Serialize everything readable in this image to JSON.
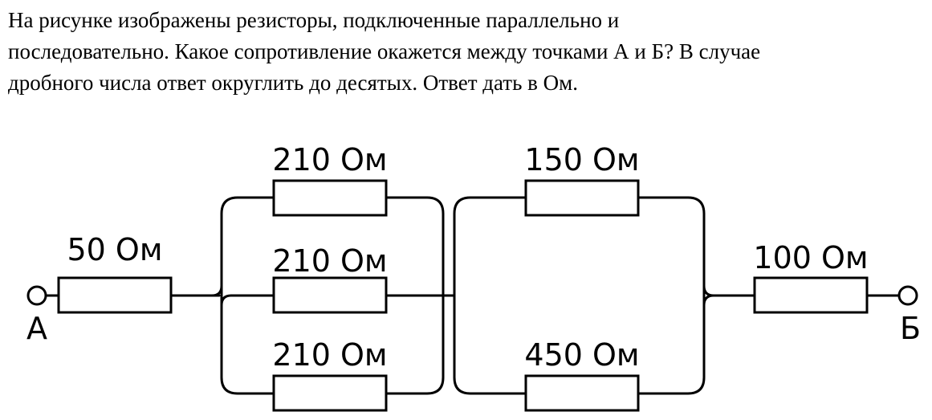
{
  "question": {
    "line1": "На рисунке изображены резисторы, подключенные параллельно и",
    "line2": "последовательно. Какое сопротивление окажется между точками А и Б? В случае",
    "line3": "дробного числа ответ округлить до десятых. Ответ дать в Ом."
  },
  "circuit": {
    "terminal_a": "А",
    "terminal_b": "Б",
    "resistors": {
      "series_left": "50 Ом",
      "parallel1_top": "210 Ом",
      "parallel1_middle": "210 Ом",
      "parallel1_bottom": "210 Ом",
      "parallel2_top": "150 Ом",
      "parallel2_bottom": "450 Ом",
      "series_right": "100 Ом"
    }
  }
}
